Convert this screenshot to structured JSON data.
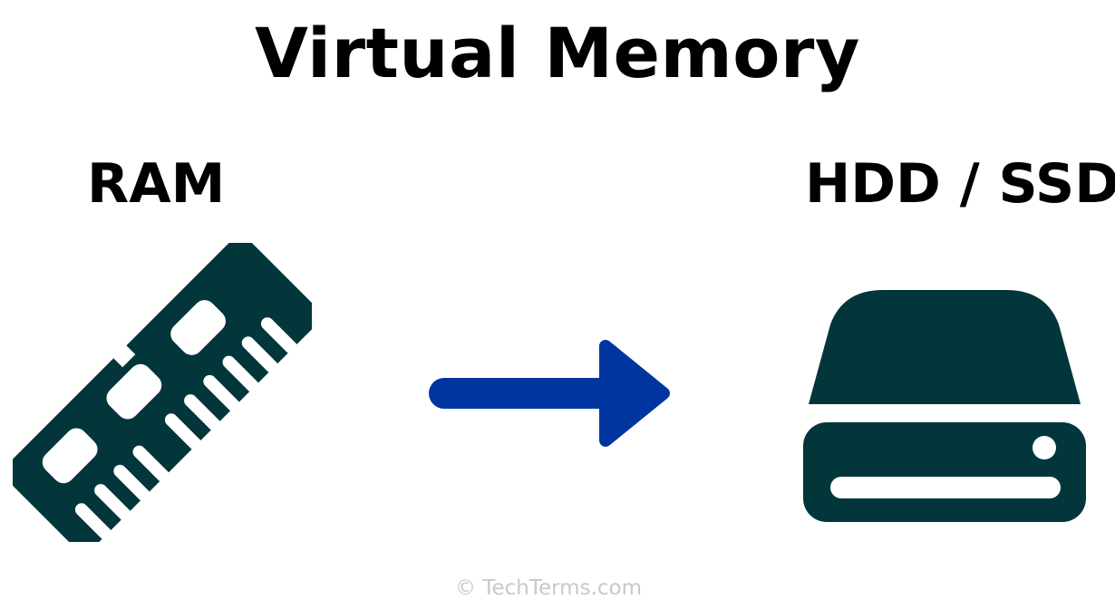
{
  "title": "Virtual Memory",
  "labels": {
    "ram": "RAM",
    "storage": "HDD / SSD"
  },
  "watermark": "© TechTerms.com",
  "icons": {
    "ram": "ram-module-icon",
    "arrow": "right-arrow-icon",
    "storage": "hard-drive-icon"
  },
  "colors": {
    "icon_fill": "#03363a",
    "arrow": "#0035a0",
    "text": "#000000",
    "watermark": "#c9c9c9",
    "background": "#ffffff"
  }
}
